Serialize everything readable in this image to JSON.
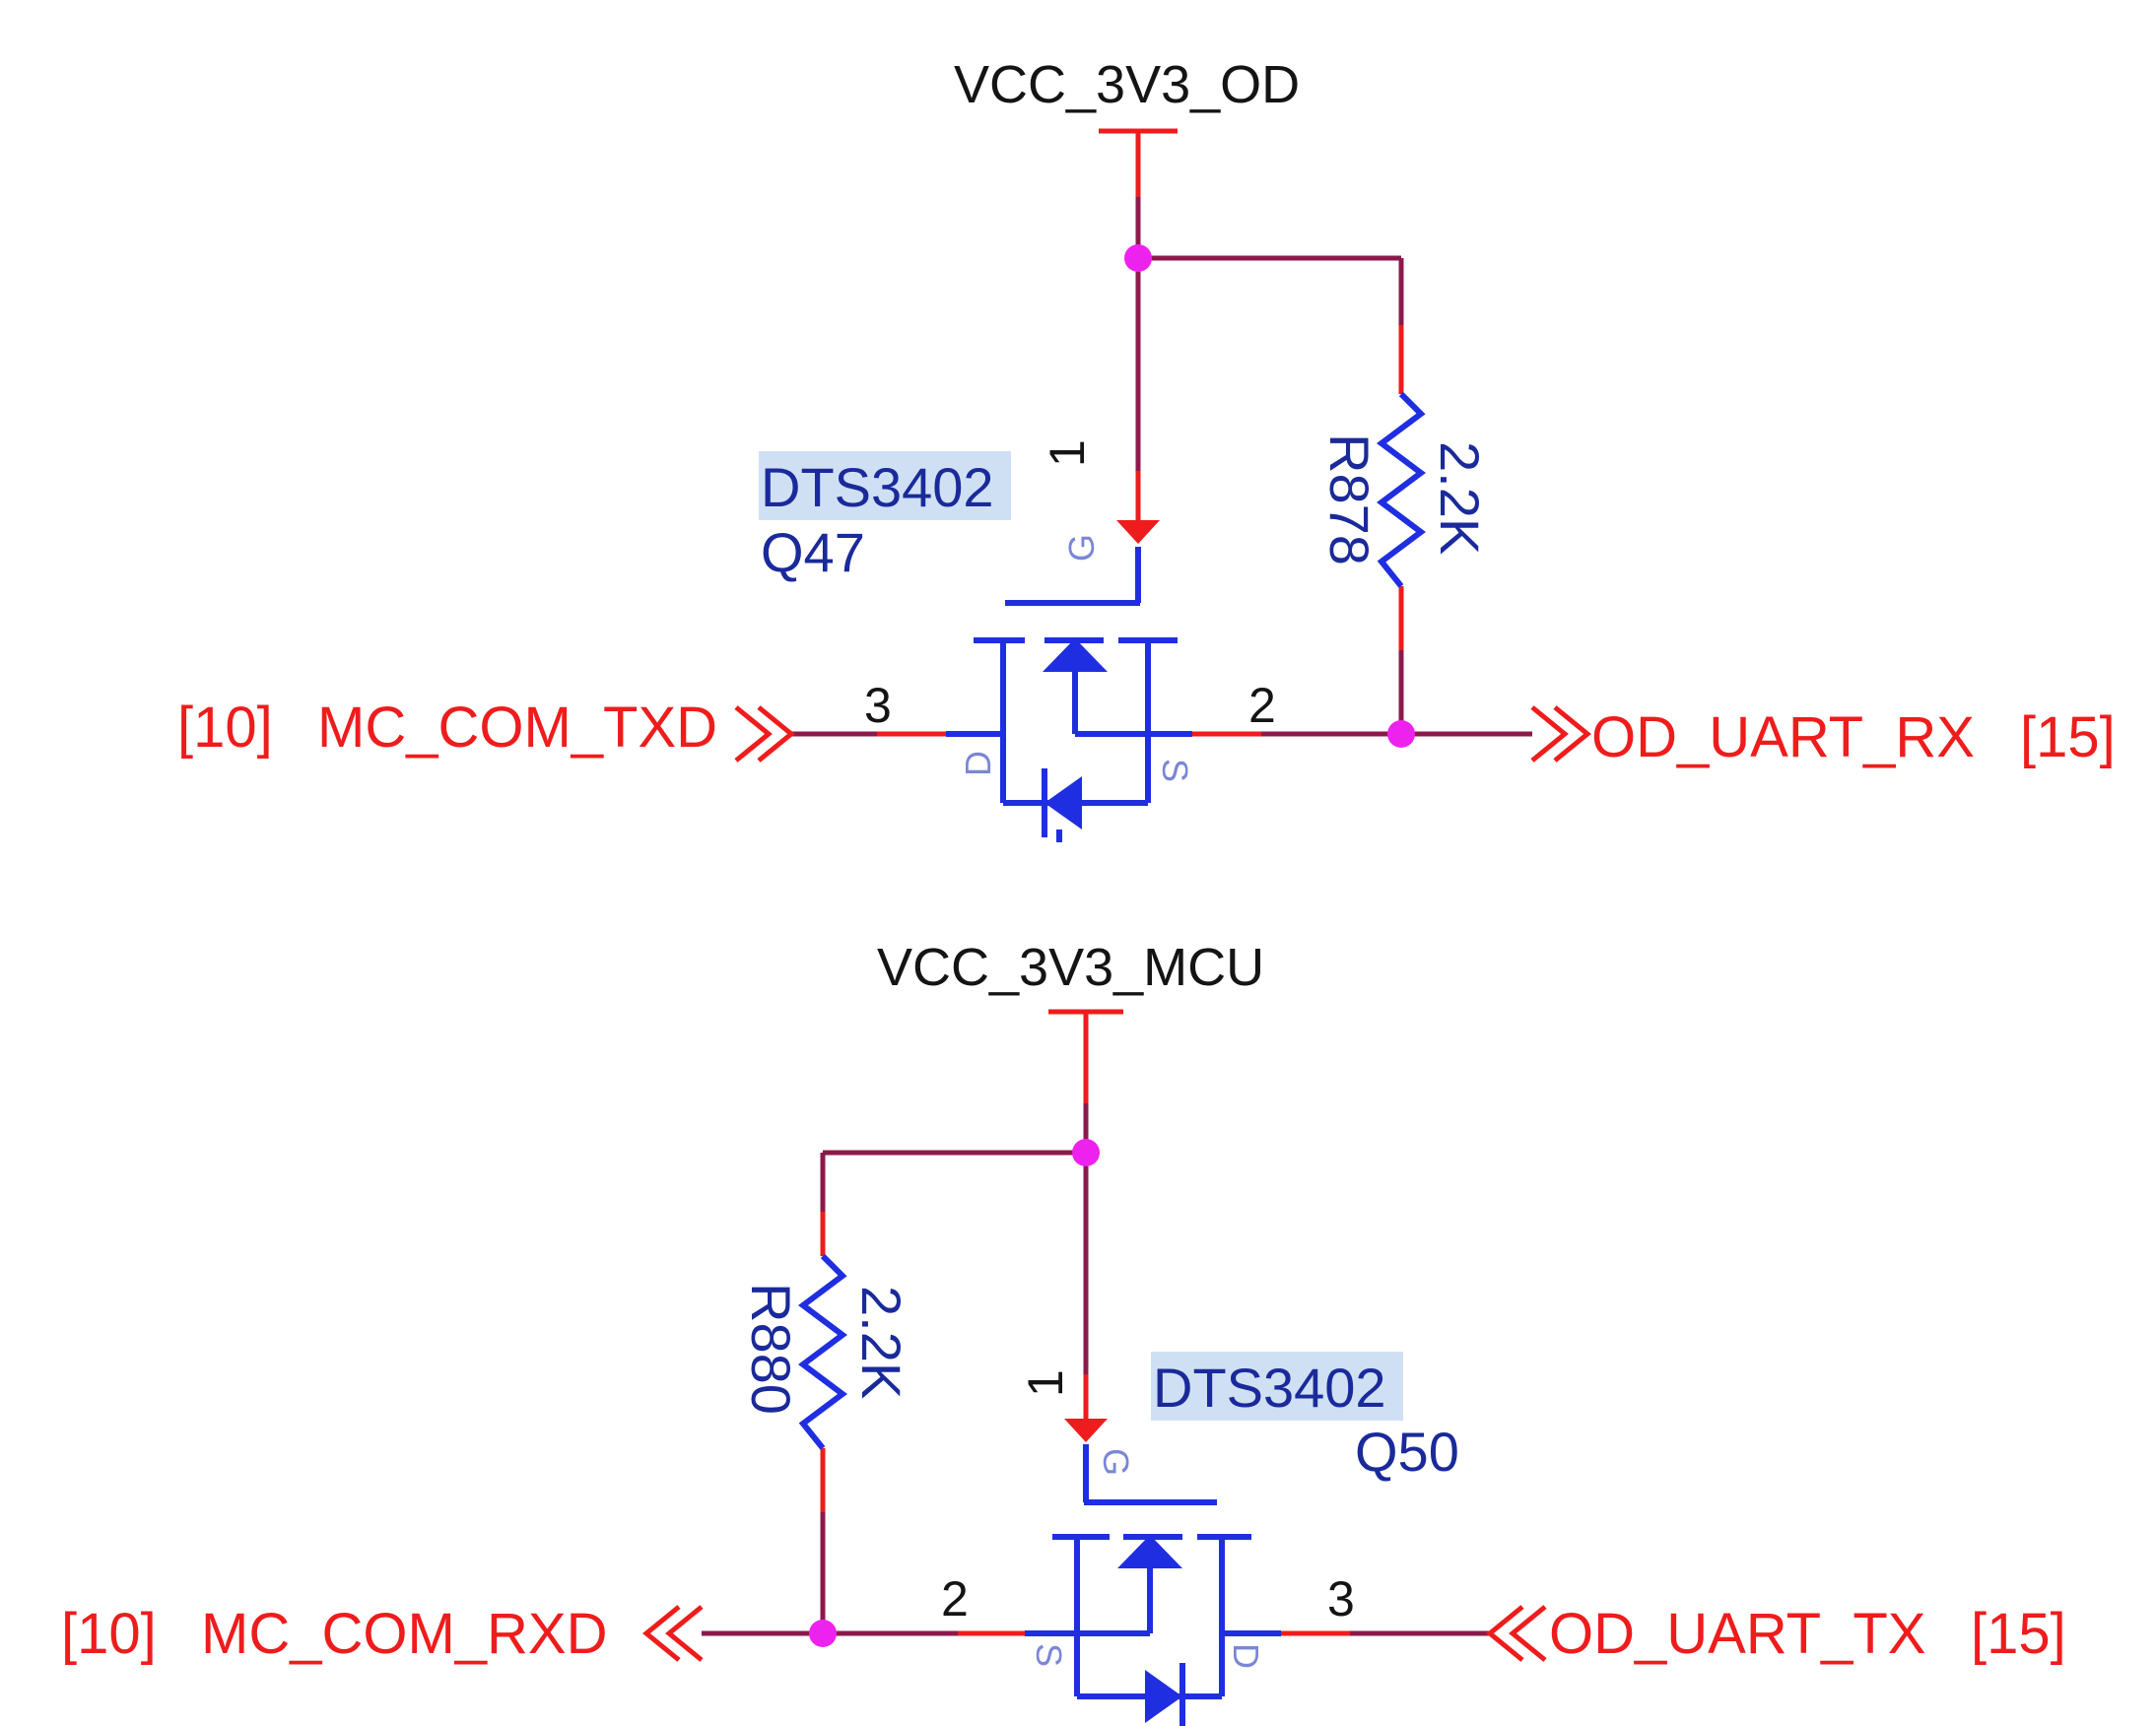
{
  "circuit_top": {
    "power_net": "VCC_3V3_OD",
    "transistor_part": "DTS3402",
    "transistor_ref": "Q47",
    "resistor_ref": "R878",
    "resistor_value": "2.2K",
    "left_port": {
      "sheet": "[10]",
      "net": "MC_COM_TXD"
    },
    "right_port": {
      "net": "OD_UART_RX",
      "sheet": "[15]"
    },
    "pins": {
      "gate": "1",
      "drain": "3",
      "source": "2"
    },
    "pin_letters": {
      "gate": "G",
      "drain": "D",
      "source": "S"
    }
  },
  "circuit_bottom": {
    "power_net": "VCC_3V3_MCU",
    "transistor_part": "DTS3402",
    "transistor_ref": "Q50",
    "resistor_ref": "R880",
    "resistor_value": "2.2K",
    "left_port": {
      "sheet": "[10]",
      "net": "MC_COM_RXD"
    },
    "right_port": {
      "net": "OD_UART_TX",
      "sheet": "[15]"
    },
    "pins": {
      "gate": "1",
      "source": "2",
      "drain": "3"
    },
    "pin_letters": {
      "gate": "G",
      "source": "S",
      "drain": "D"
    }
  },
  "colors": {
    "wire": "#8b1a4a",
    "pin_stub": "#ee1c1c",
    "component": "#1f2ee0",
    "junction": "#ee22ee",
    "port_text": "#ee1c1c",
    "component_text": "#1a2a9a"
  }
}
